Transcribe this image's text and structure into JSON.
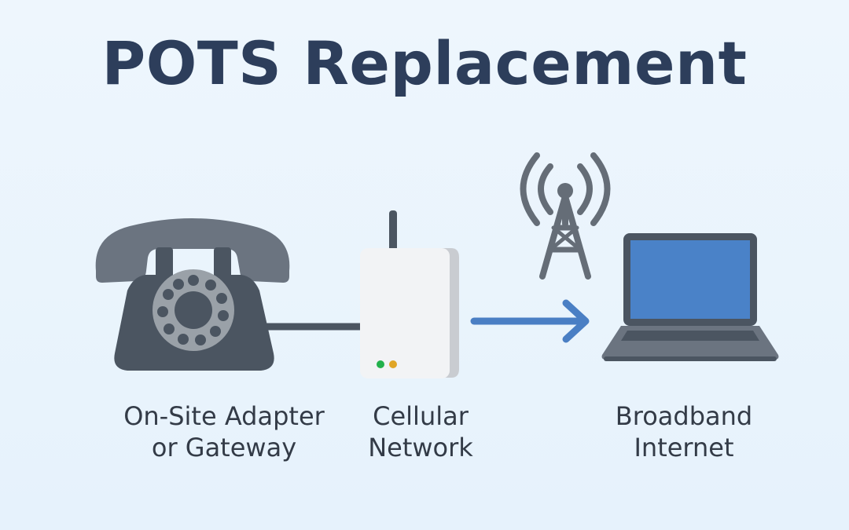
{
  "title": "POTS Replacement",
  "labels": {
    "adapter": [
      "On-Site Adapter",
      "or Gateway"
    ],
    "cellular": [
      "Cellular",
      "Network"
    ],
    "broadband": [
      "Broadband",
      "Internet"
    ]
  },
  "colors": {
    "title": "#2d3e5b",
    "phone": "#4b5561",
    "phone_light": "#6b7480",
    "dial": "#9aa1a8",
    "gateway_body": "#f2f3f5",
    "gateway_side": "#c9ccd1",
    "led_green": "#22b14c",
    "led_amber": "#e0a526",
    "arrow": "#4a7fc4",
    "tower": "#656d77",
    "laptop_frame": "#4b5561",
    "laptop_screen": "#4a82c8"
  },
  "icons": [
    "telephone-icon",
    "gateway-router-icon",
    "arrow-right-icon",
    "cell-tower-icon",
    "laptop-icon"
  ]
}
